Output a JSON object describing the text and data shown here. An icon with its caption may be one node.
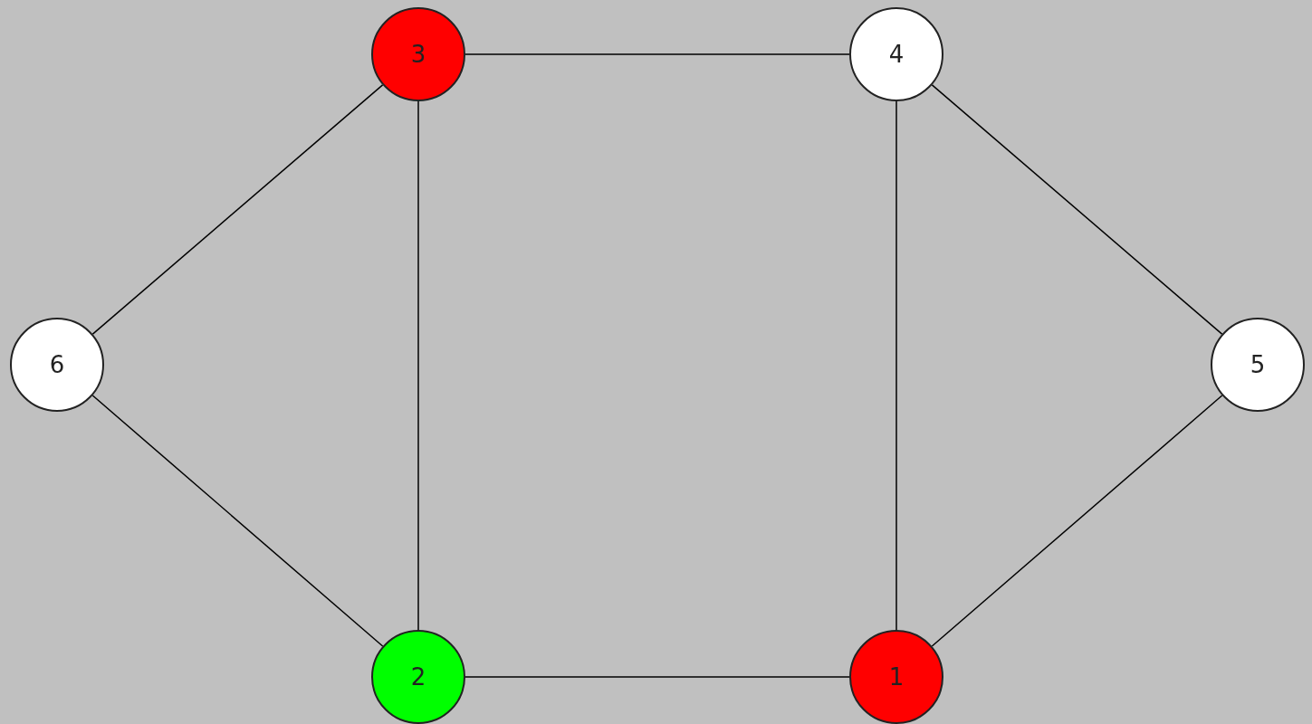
{
  "diagram": {
    "nodes": [
      {
        "text": [
          "3"
        ]
      },
      {
        "text": [
          "4"
        ]
      },
      {
        "text": [
          "6"
        ]
      },
      {
        "text": [
          "5"
        ]
      },
      {
        "text": [
          "2"
        ]
      },
      {
        "text": [
          "1"
        ]
      }
    ],
    "edges": [
      {
        "from": 0,
        "to": 1,
        "arrow": "none"
      },
      {
        "from": 0,
        "to": 2,
        "arrow": "none"
      },
      {
        "from": 0,
        "to": 4,
        "arrow": "none"
      },
      {
        "from": 1,
        "to": 5,
        "arrow": "none"
      },
      {
        "from": 1,
        "to": 3,
        "arrow": "none"
      },
      {
        "from": 2,
        "to": 4,
        "arrow": "none"
      },
      {
        "from": 4,
        "to": 5,
        "arrow": "none"
      },
      {
        "from": 3,
        "to": 5,
        "arrow": "none"
      }
    ]
  }
}
